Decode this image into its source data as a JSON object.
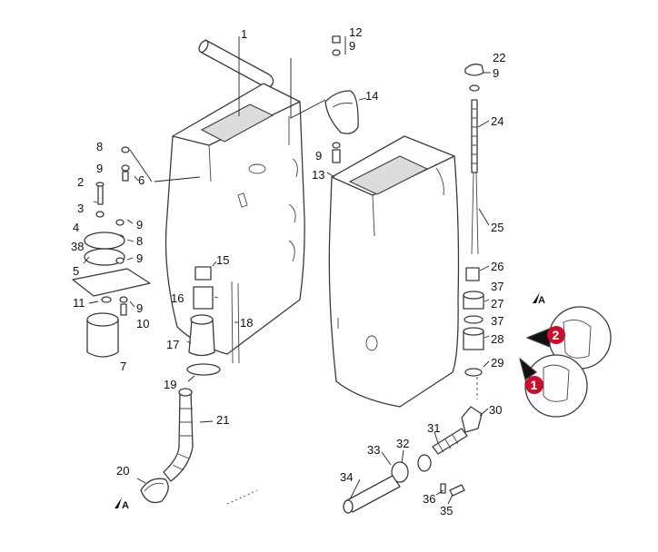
{
  "colors": {
    "badge": "#c8102e",
    "line": "#3a3a3a",
    "background": "#ffffff"
  },
  "callouts": [
    {
      "id": "c1",
      "text": "1"
    },
    {
      "id": "c2",
      "text": "2"
    },
    {
      "id": "c3",
      "text": "3"
    },
    {
      "id": "c4",
      "text": "4"
    },
    {
      "id": "c5",
      "text": "5"
    },
    {
      "id": "c6",
      "text": "6"
    },
    {
      "id": "c7",
      "text": "7"
    },
    {
      "id": "c8a",
      "text": "8"
    },
    {
      "id": "c8b",
      "text": "8"
    },
    {
      "id": "c9a",
      "text": "9"
    },
    {
      "id": "c9b",
      "text": "9"
    },
    {
      "id": "c9c",
      "text": "9"
    },
    {
      "id": "c9d",
      "text": "9"
    },
    {
      "id": "c9e",
      "text": "9"
    },
    {
      "id": "c9f",
      "text": "9"
    },
    {
      "id": "c9g",
      "text": "9"
    },
    {
      "id": "c9h",
      "text": "9"
    },
    {
      "id": "c10",
      "text": "10"
    },
    {
      "id": "c11",
      "text": "11"
    },
    {
      "id": "c12",
      "text": "12"
    },
    {
      "id": "c13",
      "text": "13"
    },
    {
      "id": "c14",
      "text": "14"
    },
    {
      "id": "c15",
      "text": "15"
    },
    {
      "id": "c16",
      "text": "16"
    },
    {
      "id": "c17",
      "text": "17"
    },
    {
      "id": "c18",
      "text": "18"
    },
    {
      "id": "c19",
      "text": "19"
    },
    {
      "id": "c20",
      "text": "20"
    },
    {
      "id": "c21",
      "text": "21"
    },
    {
      "id": "c22",
      "text": "22"
    },
    {
      "id": "c24",
      "text": "24"
    },
    {
      "id": "c25",
      "text": "25"
    },
    {
      "id": "c26",
      "text": "26"
    },
    {
      "id": "c27",
      "text": "27"
    },
    {
      "id": "c28",
      "text": "28"
    },
    {
      "id": "c29",
      "text": "29"
    },
    {
      "id": "c30",
      "text": "30"
    },
    {
      "id": "c31",
      "text": "31"
    },
    {
      "id": "c32",
      "text": "32"
    },
    {
      "id": "c33",
      "text": "33"
    },
    {
      "id": "c34",
      "text": "34"
    },
    {
      "id": "c35",
      "text": "35"
    },
    {
      "id": "c36",
      "text": "36"
    },
    {
      "id": "c37a",
      "text": "37"
    },
    {
      "id": "c37b",
      "text": "37"
    },
    {
      "id": "c38",
      "text": "38"
    }
  ],
  "refs": {
    "a_left": "A",
    "a_right": "A"
  },
  "badges": {
    "one": "1",
    "two": "2"
  }
}
